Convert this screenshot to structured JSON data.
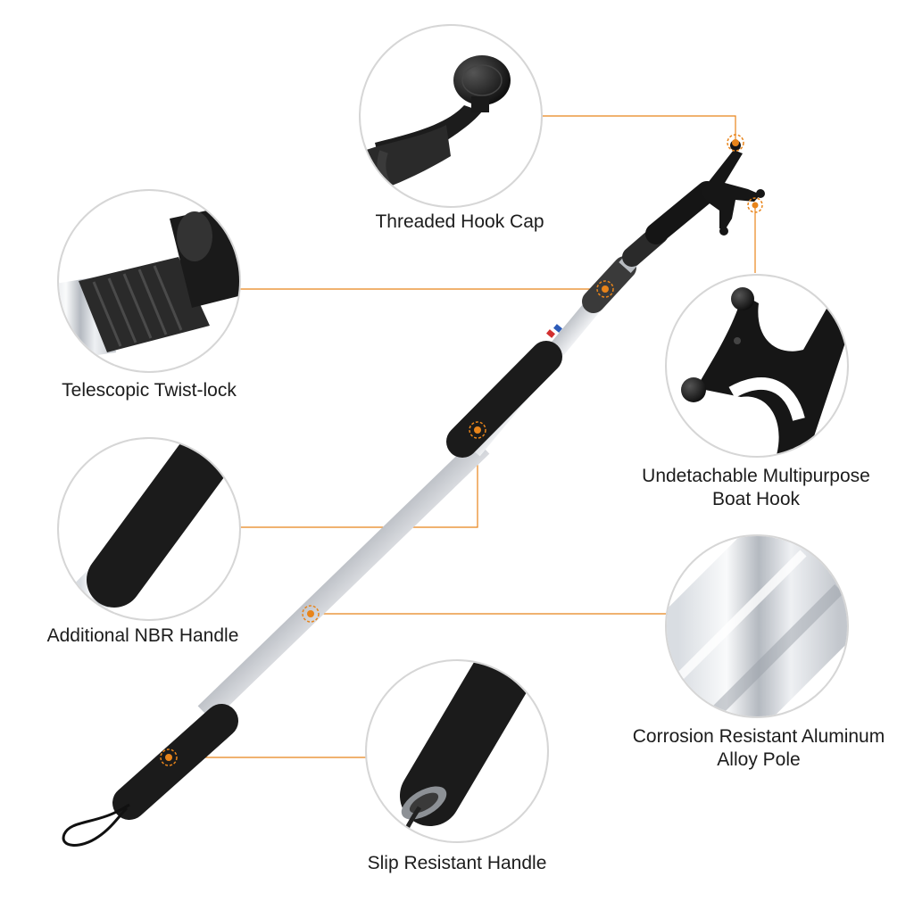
{
  "features": {
    "threaded_hook_cap": "Threaded Hook Cap",
    "telescopic_twist_lock": "Telescopic Twist-lock",
    "boat_hook_line1": "Undetachable Multipurpose",
    "boat_hook_line2": "Boat Hook",
    "nbr_handle": "Additional NBR Handle",
    "aluminum_pole_line1": "Corrosion Resistant Aluminum",
    "aluminum_pole_line2": "Alloy Pole",
    "slip_resistant_handle": "Slip Resistant Handle"
  },
  "colors": {
    "leader_line": "#e8841a",
    "circle_border": "#d6d6d6",
    "foam_grip": "#1b1b1b",
    "aluminum": "#c9ccd1"
  }
}
